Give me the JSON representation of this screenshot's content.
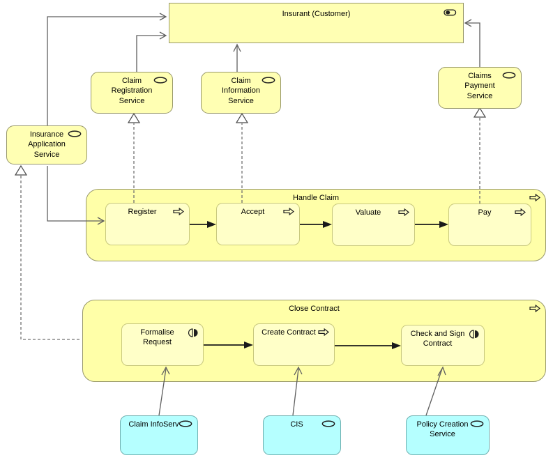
{
  "groups": {
    "handle_claim": "Handle Claim",
    "close_contract": "Close Contract"
  },
  "nodes": {
    "insurant": "Insurant (Customer)",
    "claim_registration_service": "Claim Registration Service",
    "claim_information_service": "Claim Information Service",
    "claims_payment_service": "Claims Payment Service",
    "insurance_application_service": "Insurance Application Service",
    "register": "Register",
    "accept": "Accept",
    "valuate": "Valuate",
    "pay": "Pay",
    "formalise_request": "Formalise Request",
    "create_contract": "Create Contract",
    "check_and_sign_contract": "Check and Sign Contract",
    "claim_infoserv": "Claim InfoServ",
    "cis": "CIS",
    "policy_creation_service": "Policy Creation Service"
  },
  "icons": {
    "role": "role-icon",
    "service": "service-icon",
    "process": "process-icon",
    "interaction": "interaction-icon"
  },
  "colors": {
    "business_fill": "#ffffb3",
    "group_fill": "#ffffa8",
    "inner_fill": "#ffffc8",
    "app_fill": "#b5ffff",
    "border_olive": "#97976a",
    "inner_border": "#c8c87e",
    "app_border": "#6fb0b0",
    "line_gray": "#5f5f5f",
    "dash_gray": "#707070",
    "flow_black": "#1a1a1a"
  }
}
